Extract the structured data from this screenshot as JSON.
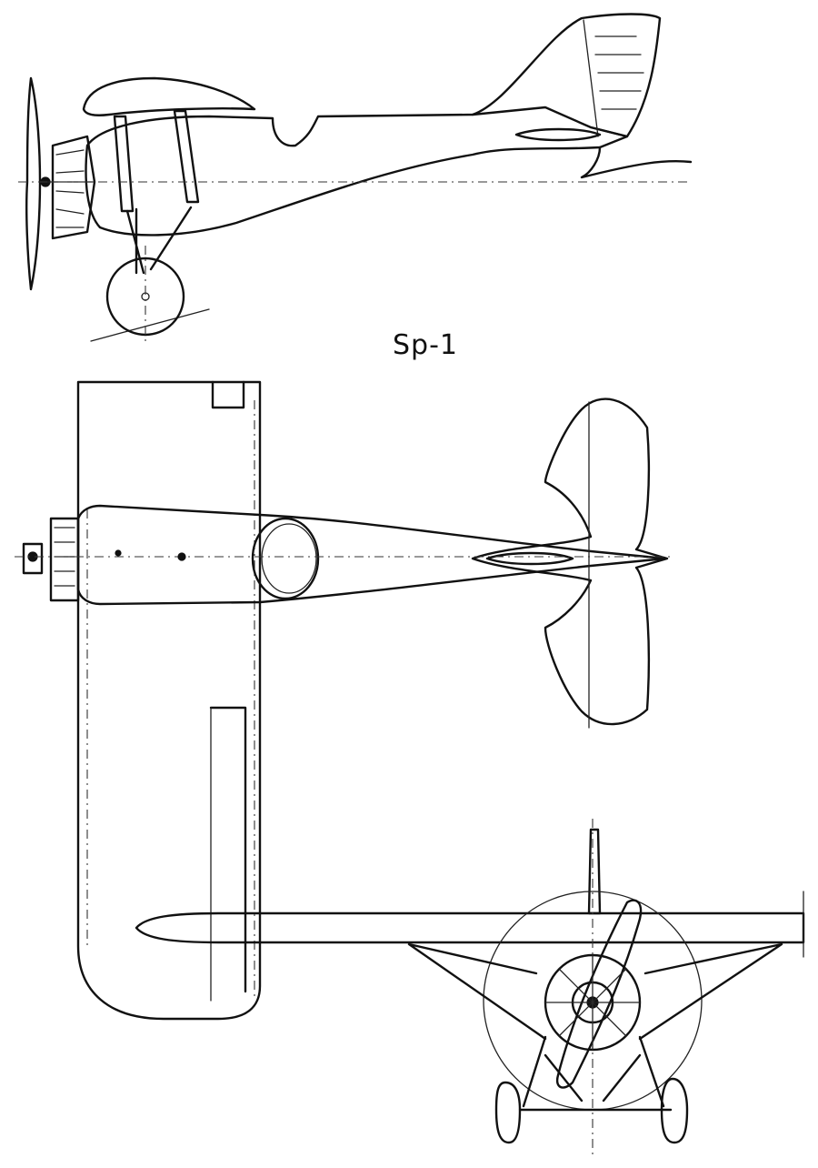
{
  "drawing": {
    "label": "Sp-1",
    "views": [
      "side-view",
      "top-view",
      "front-view"
    ]
  }
}
